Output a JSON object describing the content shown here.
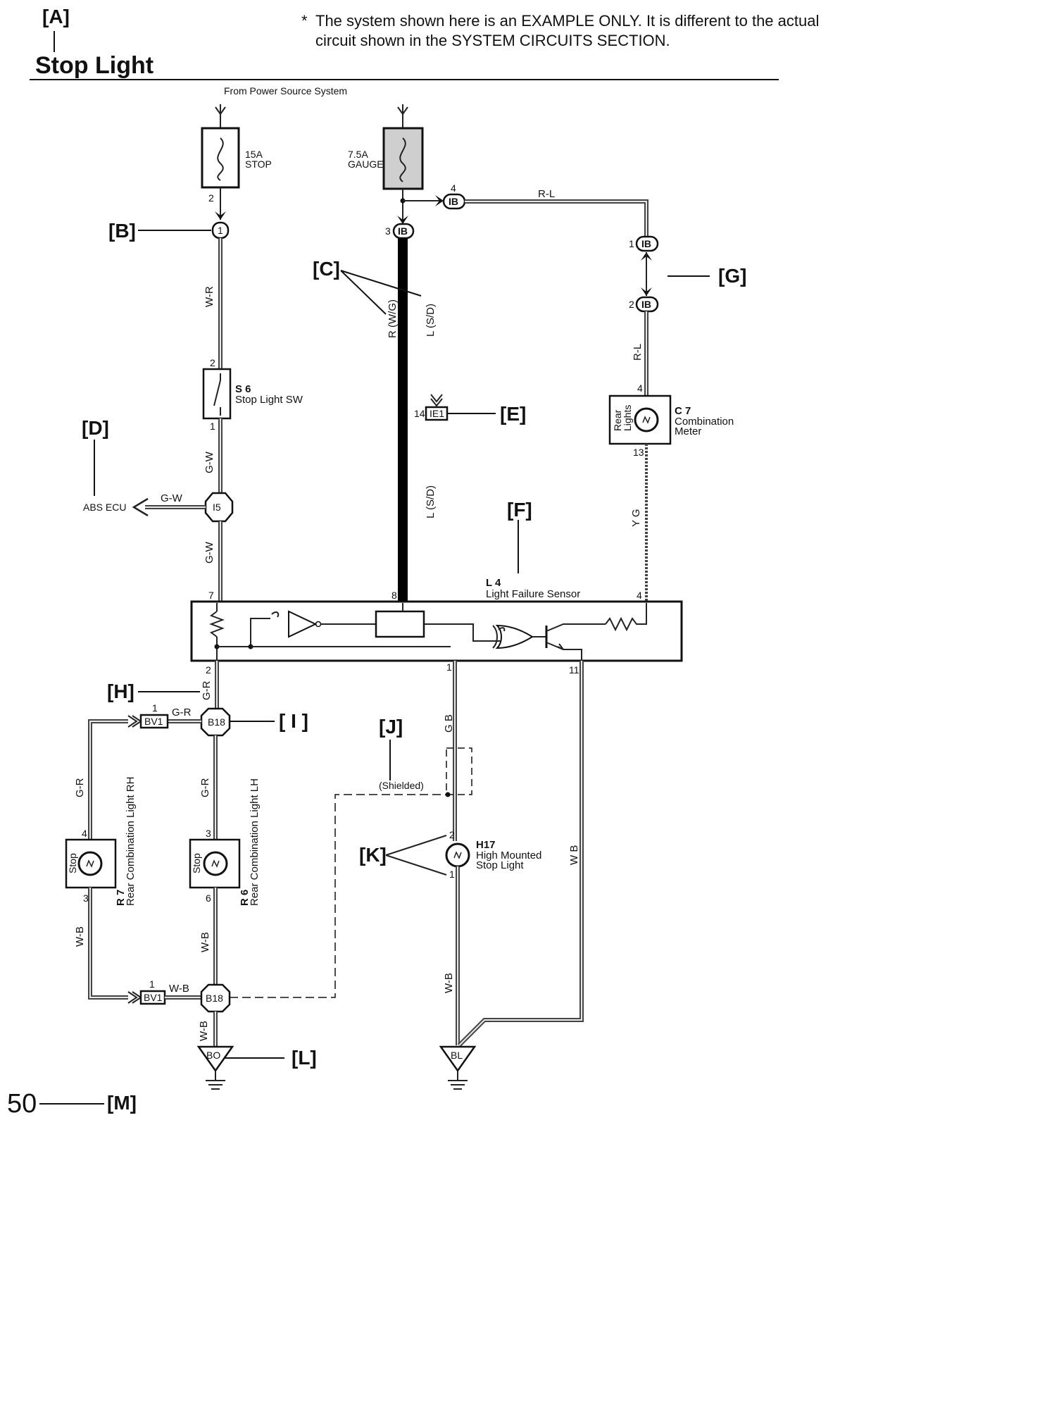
{
  "header": {
    "callout_a": "[A]",
    "title": "Stop Light",
    "note_line1": "The system shown here is an EXAMPLE ONLY. It is different to the actual",
    "note_line2": "circuit shown in the SYSTEM CIRCUITS SECTION.",
    "note_mark": "*"
  },
  "page": {
    "number": "50",
    "callout_m": "[M]"
  },
  "callouts": {
    "b": "[B]",
    "c": "[C]",
    "d": "[D]",
    "e": "[E]",
    "f": "[F]",
    "g": "[G]",
    "h": "[H]",
    "i": "[ I ]",
    "j": "[J]",
    "k": "[K]",
    "l": "[L]"
  },
  "power": {
    "label": "From Power Source System"
  },
  "fuses": {
    "stop": {
      "rating": "15A",
      "name": "STOP",
      "pin": "2"
    },
    "gauge": {
      "rating": "7.5A",
      "name": "GAUGE"
    }
  },
  "connectors": {
    "j1": "1",
    "ib": "IB",
    "ib_pin3": "3",
    "ib_pin4": "4",
    "ib_pin1": "1",
    "ib_pin2": "2",
    "ie1": "IE1",
    "ie1_pin": "14",
    "i5": "I5",
    "b18": "B18",
    "bv1": "BV1",
    "bv1_pin": "1",
    "bo": "BO",
    "bl": "BL"
  },
  "components": {
    "s6": {
      "code": "S 6",
      "name": "Stop Light SW",
      "pin_top": "2",
      "pin_bottom": "1"
    },
    "c7": {
      "code": "C 7",
      "name1": "Combination",
      "name2": "Meter",
      "inner1": "Rear",
      "inner2": "Lights",
      "pin_top": "4",
      "pin_bottom": "13"
    },
    "l4": {
      "code": "L 4",
      "name": "Light Failure Sensor",
      "pin7": "7",
      "pin8": "8",
      "pin4": "4",
      "pin2": "2",
      "pin1": "1",
      "pin11": "11"
    },
    "r7": {
      "code": "R 7",
      "name": "Rear Combination Light RH",
      "inner": "Stop",
      "pin_top": "4",
      "pin_bottom": "3"
    },
    "r6": {
      "code": "R 6",
      "name": "Rear Combination Light LH",
      "inner": "Stop",
      "pin_top": "3",
      "pin_bottom": "6"
    },
    "h17": {
      "code": "H17",
      "name1": "High Mounted",
      "name2": "Stop Light",
      "pin_top": "2",
      "pin_bottom": "1"
    }
  },
  "wires": {
    "w_r": "W-R",
    "g_w": "G-W",
    "r_wg": "R (W/G)",
    "l_sd": "L (S/D)",
    "r_l": "R-L",
    "y_g": "Y G",
    "g_r": "G-R",
    "g_b": "G B",
    "w_b": "W-B",
    "wb2": "W B"
  },
  "misc": {
    "abs_ecu": "ABS ECU",
    "shielded": "(Shielded)"
  }
}
